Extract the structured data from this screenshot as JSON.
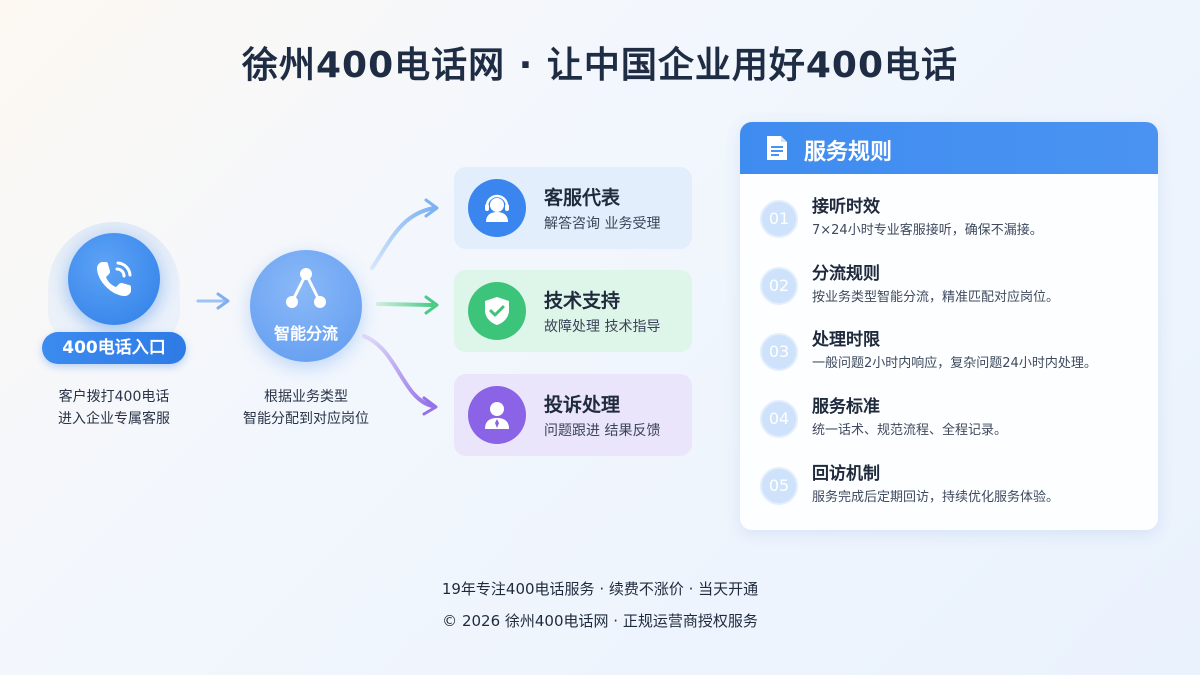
{
  "header": {
    "title": "徐州400电话网 · 让中国企业用好400电话"
  },
  "entry": {
    "label": "400电话入口",
    "caption": [
      "客户拨打400电话",
      "进入企业专属客服"
    ]
  },
  "hub": {
    "label": "智能分流",
    "caption": [
      "根据业务类型",
      "智能分配到对应岗位"
    ]
  },
  "roles": [
    {
      "title": "客服代表",
      "subtitle": "解答咨询  业务受理",
      "icon": "headset-agent-icon",
      "color": "#3b86ee"
    },
    {
      "title": "技术支持",
      "subtitle": "故障处理  技术指导",
      "icon": "shield-check-icon",
      "color": "#3cc47a"
    },
    {
      "title": "投诉处理",
      "subtitle": "问题跟进  结果反馈",
      "icon": "person-tie-icon",
      "color": "#8a63e6"
    }
  ],
  "rules": {
    "title": "服务规则",
    "items": [
      {
        "num": "01",
        "title": "接听时效",
        "desc": "7×24小时专业客服接听，确保不漏接。"
      },
      {
        "num": "02",
        "title": "分流规则",
        "desc": "按业务类型智能分流，精准匹配对应岗位。"
      },
      {
        "num": "03",
        "title": "处理时限",
        "desc": "一般问题2小时内响应，复杂问题24小时内处理。"
      },
      {
        "num": "04",
        "title": "服务标准",
        "desc": "统一话术、规范流程、全程记录。"
      },
      {
        "num": "05",
        "title": "回访机制",
        "desc": "服务完成后定期回访，持续优化服务体验。"
      }
    ]
  },
  "footer": {
    "line1": "19年专注400电话服务 · 续费不涨价 · 当天开通",
    "line2": "© 2026 徐州400电话网 · 正规运营商授权服务"
  }
}
